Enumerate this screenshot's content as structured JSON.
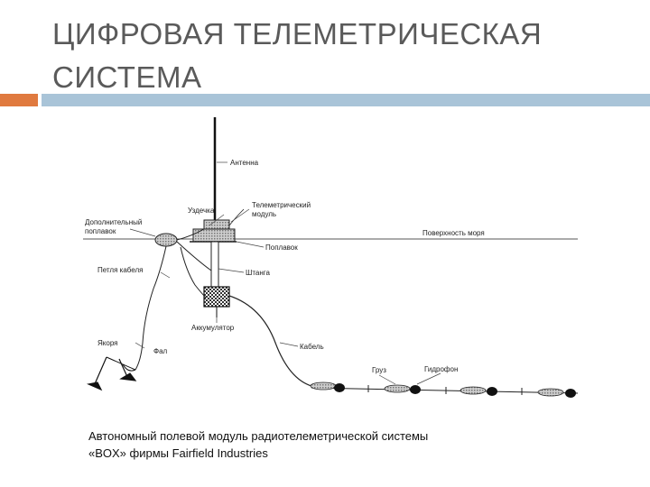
{
  "slide": {
    "title": "ЦИФРОВАЯ ТЕЛЕМЕТРИЧЕСКАЯ СИСТЕМА",
    "caption_line1": "Автономный полевой модуль радиотелеметрической системы",
    "caption_line2": "«BOX» фирмы Fairfield Industries"
  },
  "colors": {
    "accent": "#e07a3f",
    "rule": "#a9c4d8",
    "title": "#5a5a5a"
  },
  "diagram": {
    "labels": {
      "antenna": "Антенна",
      "telemetry_module_1": "Телеметрический",
      "telemetry_module_2": "модуль",
      "bridle": "Уздечка",
      "extra_buoy_1": "Дополнительный",
      "extra_buoy_2": "поплавок",
      "sea_surface": "Поверхность моря",
      "float": "Поплавок",
      "cable_loop": "Петля кабеля",
      "rod": "Штанга",
      "battery": "Аккумулятор",
      "anchors": "Якоря",
      "line": "Фал",
      "cable": "Кабель",
      "weight": "Груз",
      "hydrophone": "Гидрофон"
    }
  }
}
